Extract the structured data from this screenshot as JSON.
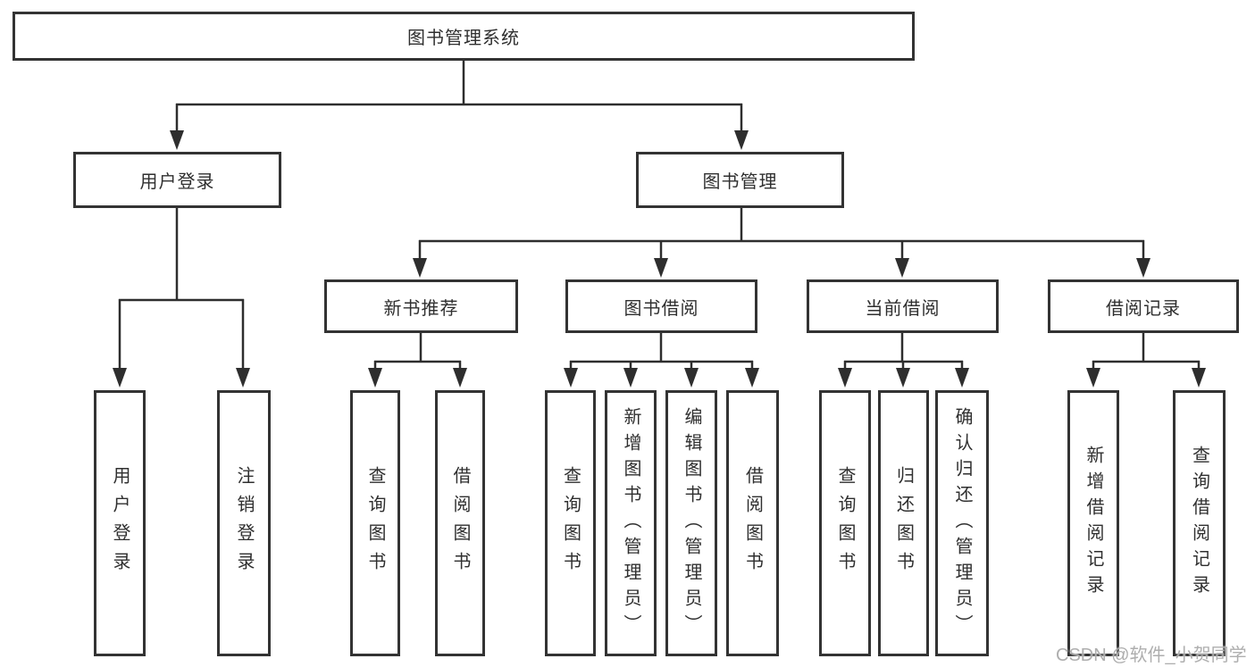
{
  "diagram_title": "图书管理系统",
  "nodes": {
    "root": {
      "label": "图书管理系统"
    },
    "user_login_branch": {
      "label": "用户登录"
    },
    "book_mgmt_branch": {
      "label": "图书管理"
    },
    "new_book_recommend": {
      "label": "新书推荐"
    },
    "book_borrow": {
      "label": "图书借阅"
    },
    "current_borrow": {
      "label": "当前借阅"
    },
    "borrow_records": {
      "label": "借阅记录"
    },
    "leaves": {
      "user_login": {
        "label": "用户登录"
      },
      "logout": {
        "label": "注销登录"
      },
      "nb_query_books": {
        "label": "查询图书"
      },
      "nb_borrow_books": {
        "label": "借阅图书"
      },
      "bb_query_books": {
        "label": "查询图书"
      },
      "bb_add_books": {
        "label": "新增图书（管理员）"
      },
      "bb_edit_books": {
        "label": "编辑图书（管理员）"
      },
      "bb_borrow_books": {
        "label": "借阅图书"
      },
      "cb_query_books": {
        "label": "查询图书"
      },
      "cb_return_books": {
        "label": "归还图书"
      },
      "cb_confirm_return": {
        "label": "确认归还（管理员）"
      },
      "br_add_record": {
        "label": "新增借阅记录"
      },
      "br_query_record": {
        "label": "查询借阅记录"
      }
    }
  },
  "watermark": "CSDN @软件_小贺同学",
  "colors": {
    "line": "#2e2e2e",
    "box_border": "#333333",
    "text": "#2f2f2f",
    "watermark": "#aaaaaa",
    "background": "#ffffff"
  }
}
